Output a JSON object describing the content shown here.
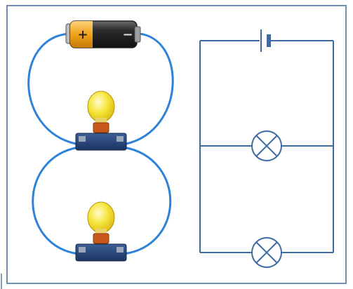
{
  "battery": {
    "positive_symbol": "+",
    "negative_symbol": "−"
  },
  "colors": {
    "wire_pictorial": "#2e83d8",
    "wire_schematic": "#3d6aa0",
    "frame_border": "#6f8fb5",
    "bulb_glass": "#f3e23a",
    "bulb_base": "#c8581a",
    "holder": "#233f6e",
    "battery_body": "#2a2a2a",
    "battery_band": "#f0a21a"
  },
  "diagram": {
    "left": {
      "components": [
        "battery",
        "bulb-holder-top",
        "bulb-holder-bottom"
      ],
      "arrangement": "parallel"
    },
    "right": {
      "components": [
        "cell-symbol",
        "lamp-symbol-top",
        "lamp-symbol-bottom"
      ],
      "arrangement": "parallel"
    }
  }
}
